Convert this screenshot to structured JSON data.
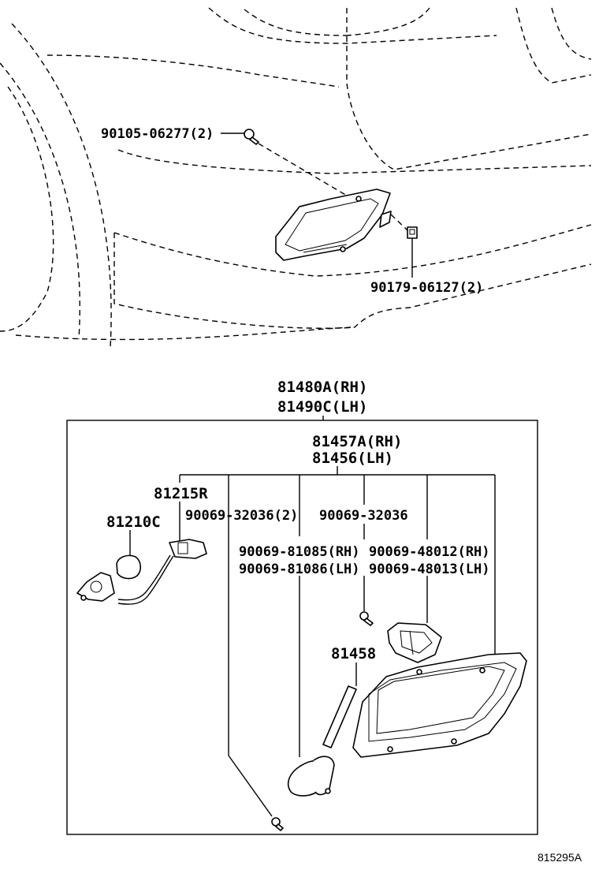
{
  "diagram_code": "815295A",
  "upper_view": {
    "labels": [
      {
        "id": "bolt",
        "text": "90105-06277(2)"
      },
      {
        "id": "clip",
        "text": "90179-06127(2)"
      }
    ]
  },
  "assembly": {
    "title_rh": "81480A(RH)",
    "title_lh": "81490C(LH)",
    "labels": [
      {
        "id": "housing_rh",
        "text": "81457A(RH)"
      },
      {
        "id": "housing_lh",
        "text": "81456(LH)"
      },
      {
        "id": "socket",
        "text": "81215R"
      },
      {
        "id": "bulb",
        "text": "81210C"
      },
      {
        "id": "screw_a",
        "text": "90069-32036(2)"
      },
      {
        "id": "screw_b",
        "text": "90069-32036"
      },
      {
        "id": "part_c_rh",
        "text": "90069-81085(RH)"
      },
      {
        "id": "part_c_lh",
        "text": "90069-81086(LH)"
      },
      {
        "id": "part_d_rh",
        "text": "90069-48012(RH)"
      },
      {
        "id": "part_d_lh",
        "text": "90069-48013(LH)"
      },
      {
        "id": "gasket",
        "text": "81458"
      }
    ]
  }
}
